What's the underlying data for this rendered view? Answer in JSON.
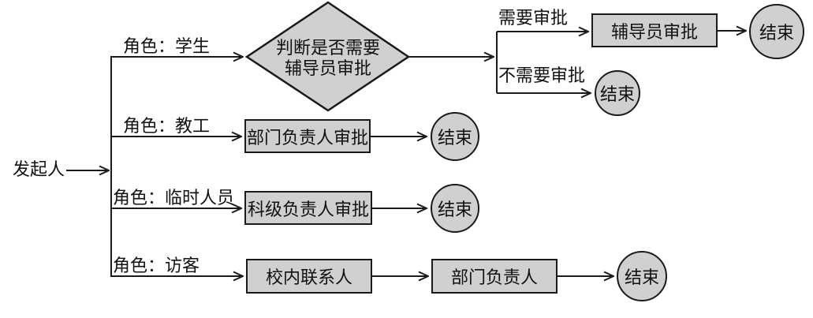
{
  "colors": {
    "background": "#ffffff",
    "node_fill": "#d0d0d0",
    "stroke": "#1a1a1a",
    "text": "#111111"
  },
  "start": {
    "label": "发起人"
  },
  "branch_student": {
    "role_label": "角色：学生",
    "decision_line1": "判断是否需要",
    "decision_line2": "辅导员审批",
    "yes_label": "需要审批",
    "yes_node": "辅导员审批",
    "yes_end": "结束",
    "no_label": "不需要审批",
    "no_end": "结束"
  },
  "branch_staff": {
    "role_label": "角色：教工",
    "node": "部门负责人审批",
    "end": "结束"
  },
  "branch_temporary": {
    "role_label": "角色：临时人员",
    "node": "科级负责人审批",
    "end": "结束"
  },
  "branch_visitor": {
    "role_label": "角色：访客",
    "node1": "校内联系人",
    "node2": "部门负责人",
    "end": "结束"
  }
}
